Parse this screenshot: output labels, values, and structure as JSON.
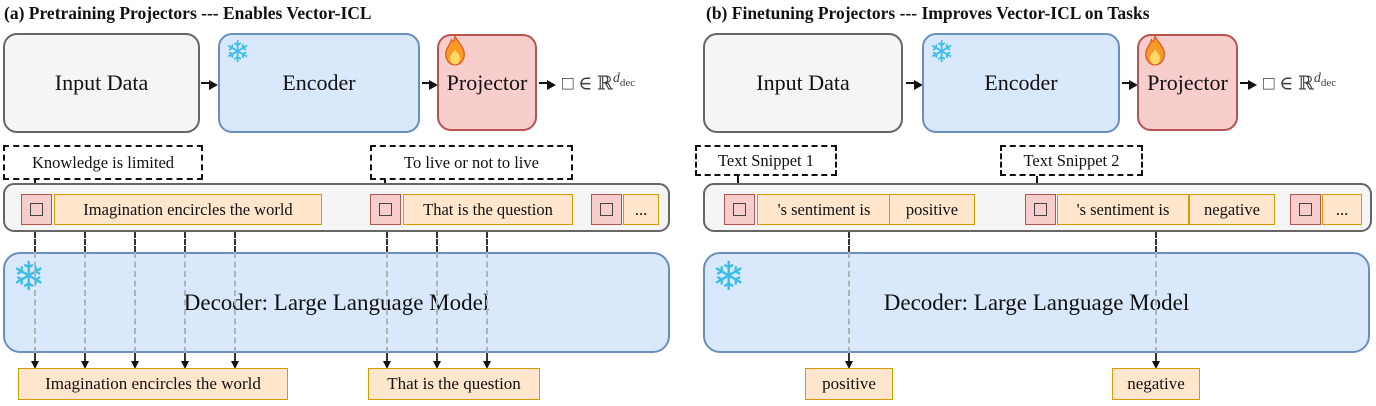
{
  "panel_a": {
    "title": "(a) Pretraining Projectors --- Enables Vector-ICL",
    "pipeline": {
      "input": "Input Data",
      "encoder": "Encoder",
      "projector": "Projector"
    },
    "formula": {
      "main": "□ ∈ ℝ",
      "sup": "d",
      "sup_sub": "dec"
    },
    "prompt_labels": [
      "Knowledge is limited",
      "To live or not to live"
    ],
    "strip_tokens": [
      "Imagination encircles the world",
      "That is the question",
      "..."
    ],
    "decoder": "Decoder: Large Language Model",
    "outputs": [
      "Imagination encircles the world",
      "That is the question"
    ]
  },
  "panel_b": {
    "title": "(b) Finetuning Projectors --- Improves Vector-ICL on Tasks",
    "pipeline": {
      "input": "Input Data",
      "encoder": "Encoder",
      "projector": "Projector"
    },
    "formula": {
      "main": "□ ∈ ℝ",
      "sup": "d",
      "sup_sub": "dec"
    },
    "prompt_labels": [
      "Text Snippet 1",
      "Text Snippet 2"
    ],
    "strip_tokens": [
      "'s sentiment is",
      "positive",
      "'s sentiment is",
      "negative",
      "..."
    ],
    "decoder": "Decoder: Large Language Model",
    "outputs": [
      "positive",
      "negative"
    ]
  },
  "icons": {
    "snowflake": "❄",
    "flame": "🔥"
  },
  "colors": {
    "blue_fill": "#dae8fc",
    "blue_border": "#6c8ebf",
    "pink_fill": "#f8cecc",
    "pink_border": "#b85450",
    "orange_fill": "#ffe6cc",
    "orange_border": "#d79b00",
    "gray_fill": "#f5f5f5",
    "gray_border": "#666666",
    "snowflake": "#3bbde9",
    "flame": "#f79a28"
  }
}
